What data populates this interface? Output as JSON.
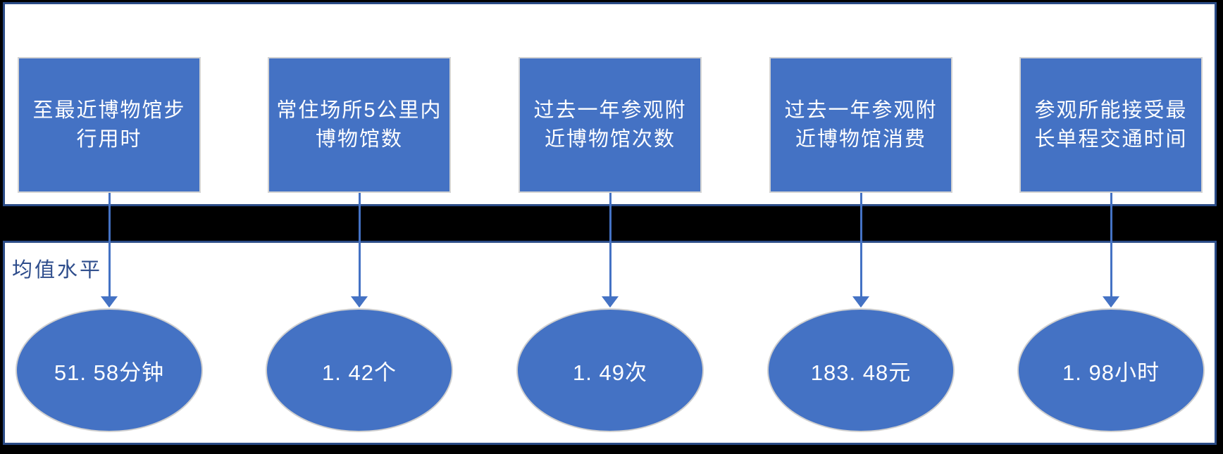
{
  "panel_label": "均值水平",
  "items": [
    {
      "box_label": "至最近博物馆步\n行用时",
      "value": "51. 58分钟"
    },
    {
      "box_label": "常住场所5公里内\n博物馆数",
      "value": "1. 42个"
    },
    {
      "box_label": "过去一年参观附\n近博物馆次数",
      "value": "1. 49次"
    },
    {
      "box_label": "过去一年参观附\n近博物馆消费",
      "value": "183. 48元"
    },
    {
      "box_label": "参观所能接受最\n长单程交通时间",
      "value": "1. 98小时"
    }
  ],
  "colors": {
    "shape_fill": "#4472c4",
    "shape_border": "#d3d3d3",
    "ellipse_border": "#cfcfcf",
    "panel_border": "#2b4c87",
    "arrow": "#4472c4",
    "label_text": "#2e4d8c",
    "shape_text": "#ffffff",
    "background": "#000000"
  }
}
